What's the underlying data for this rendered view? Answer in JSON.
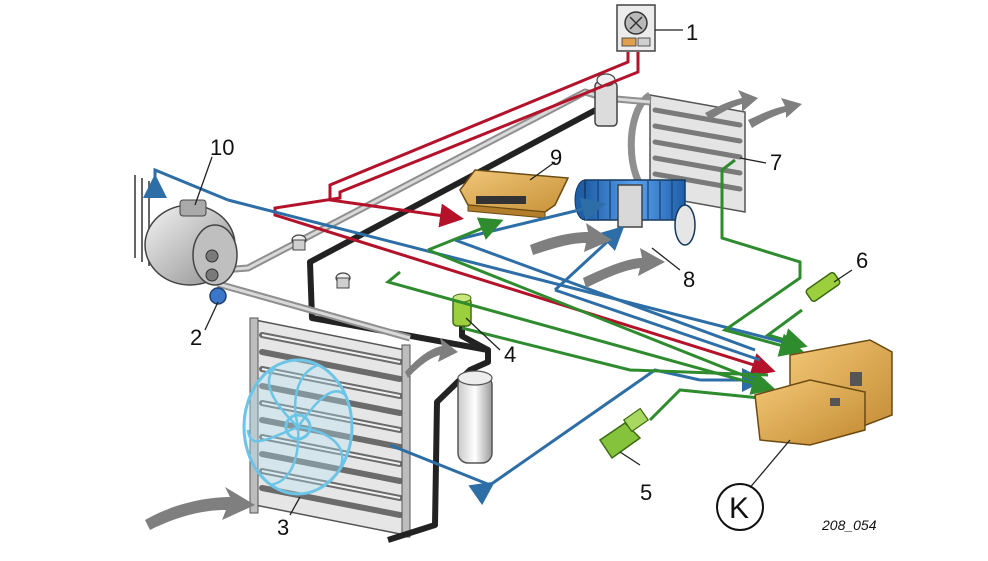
{
  "figure_ref": "208_054",
  "colors": {
    "red_wire": "#b3122a",
    "blue_wire": "#2e6ea6",
    "green_wire": "#2e8b2e",
    "pipe_dark": "#222222",
    "pipe_grey": "#8f8f8f",
    "ecu_yellow": "#e0b35a",
    "blower_blue": "#3a7fd0",
    "fan_cyan": "#6cc4e6",
    "air_arrow": "#7f7f7f"
  },
  "callouts": [
    {
      "id": "1",
      "label": "1"
    },
    {
      "id": "2",
      "label": "2"
    },
    {
      "id": "3",
      "label": "3"
    },
    {
      "id": "4",
      "label": "4"
    },
    {
      "id": "5",
      "label": "5"
    },
    {
      "id": "6",
      "label": "6"
    },
    {
      "id": "7",
      "label": "7"
    },
    {
      "id": "8",
      "label": "8"
    },
    {
      "id": "9",
      "label": "9"
    },
    {
      "id": "10",
      "label": "10"
    }
  ],
  "connector_symbol": {
    "letter": "K"
  }
}
